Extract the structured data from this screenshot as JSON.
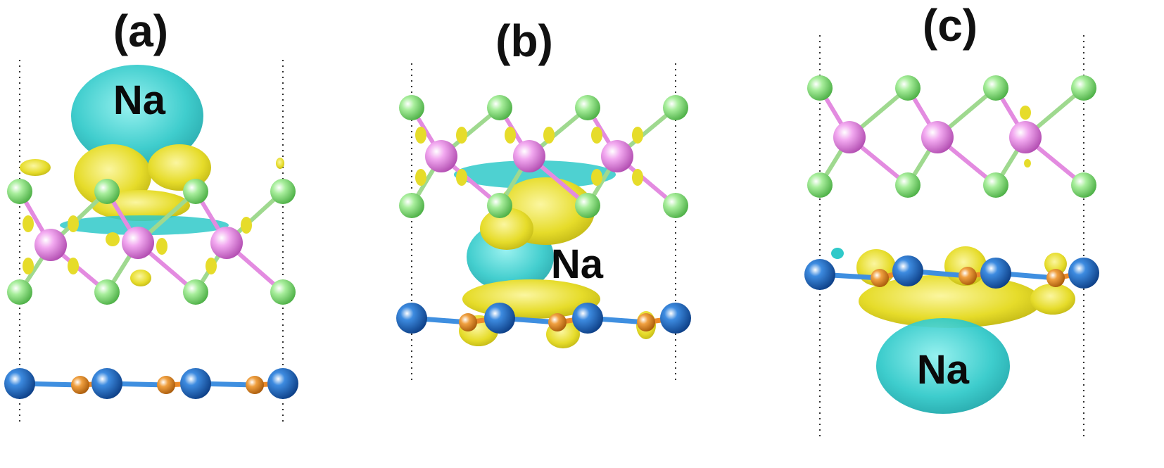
{
  "panels": [
    {
      "id": "a",
      "label": "(a)",
      "atom_label": "Na"
    },
    {
      "id": "b",
      "label": "(b)",
      "atom_label": "Na"
    },
    {
      "id": "c",
      "label": "(c)",
      "atom_label": "Na"
    }
  ],
  "colors": {
    "background": "#ffffff",
    "metal_atom": "#e184e0",
    "halogen_atom": "#8ee083",
    "substrate_atom_blue": "#1f6fd0",
    "substrate_atom_orange": "#e98a1e",
    "charge_accumulation": "#e9e02a",
    "charge_depletion": "#22c7c7",
    "bond_green": "#9fd98f",
    "bond_pink": "#e38be0",
    "bond_blue": "#3f8fe0",
    "bond_orange": "#eb8a2a",
    "cell_boundary": "#333333"
  }
}
